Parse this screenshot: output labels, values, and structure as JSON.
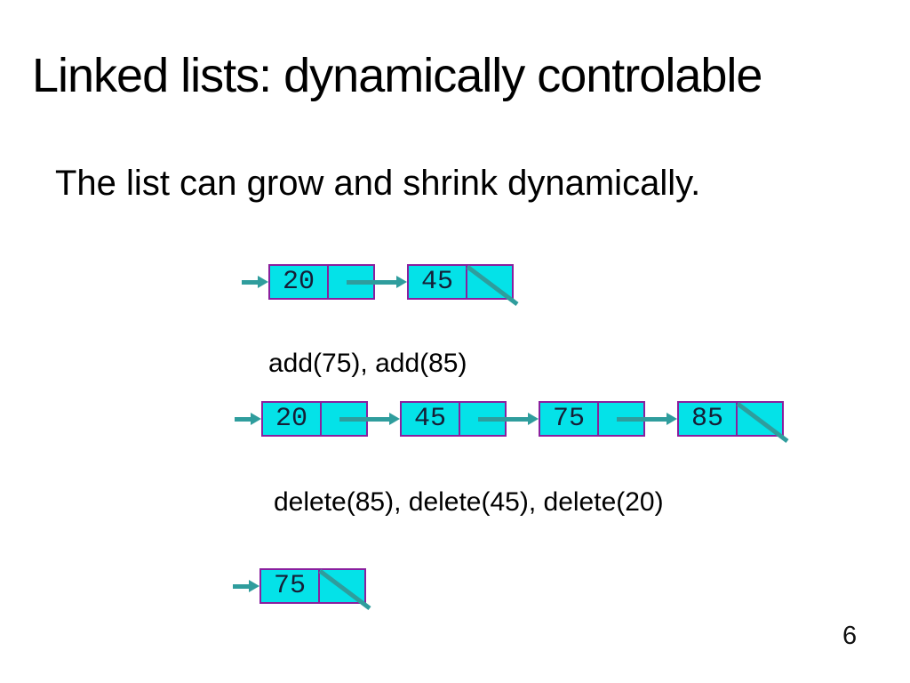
{
  "slide": {
    "title": "Linked lists: dynamically controlable",
    "subtitle": "The list can grow and shrink dynamically.",
    "page_number": "6"
  },
  "labels": {
    "add": "add(75), add(85)",
    "delete": "delete(85), delete(45), delete(20)"
  },
  "diagrams": [
    {
      "name": "initial-list",
      "nodes": [
        {
          "value": "20",
          "null_pointer": false
        },
        {
          "value": "45",
          "null_pointer": true
        }
      ]
    },
    {
      "name": "after-add",
      "nodes": [
        {
          "value": "20",
          "null_pointer": false
        },
        {
          "value": "45",
          "null_pointer": false
        },
        {
          "value": "75",
          "null_pointer": false
        },
        {
          "value": "85",
          "null_pointer": true
        }
      ]
    },
    {
      "name": "after-delete",
      "nodes": [
        {
          "value": "75",
          "null_pointer": true
        }
      ]
    }
  ],
  "icons": {
    "head_pointer": "arrow-right",
    "next_pointer": "arrow-right",
    "null_pointer": "diagonal-slash"
  },
  "colors": {
    "node_fill": "#04e2e8",
    "node_border": "#8a1f9e",
    "arrow": "#2f9d9d",
    "node_text": "#161e36",
    "text": "#000000"
  }
}
